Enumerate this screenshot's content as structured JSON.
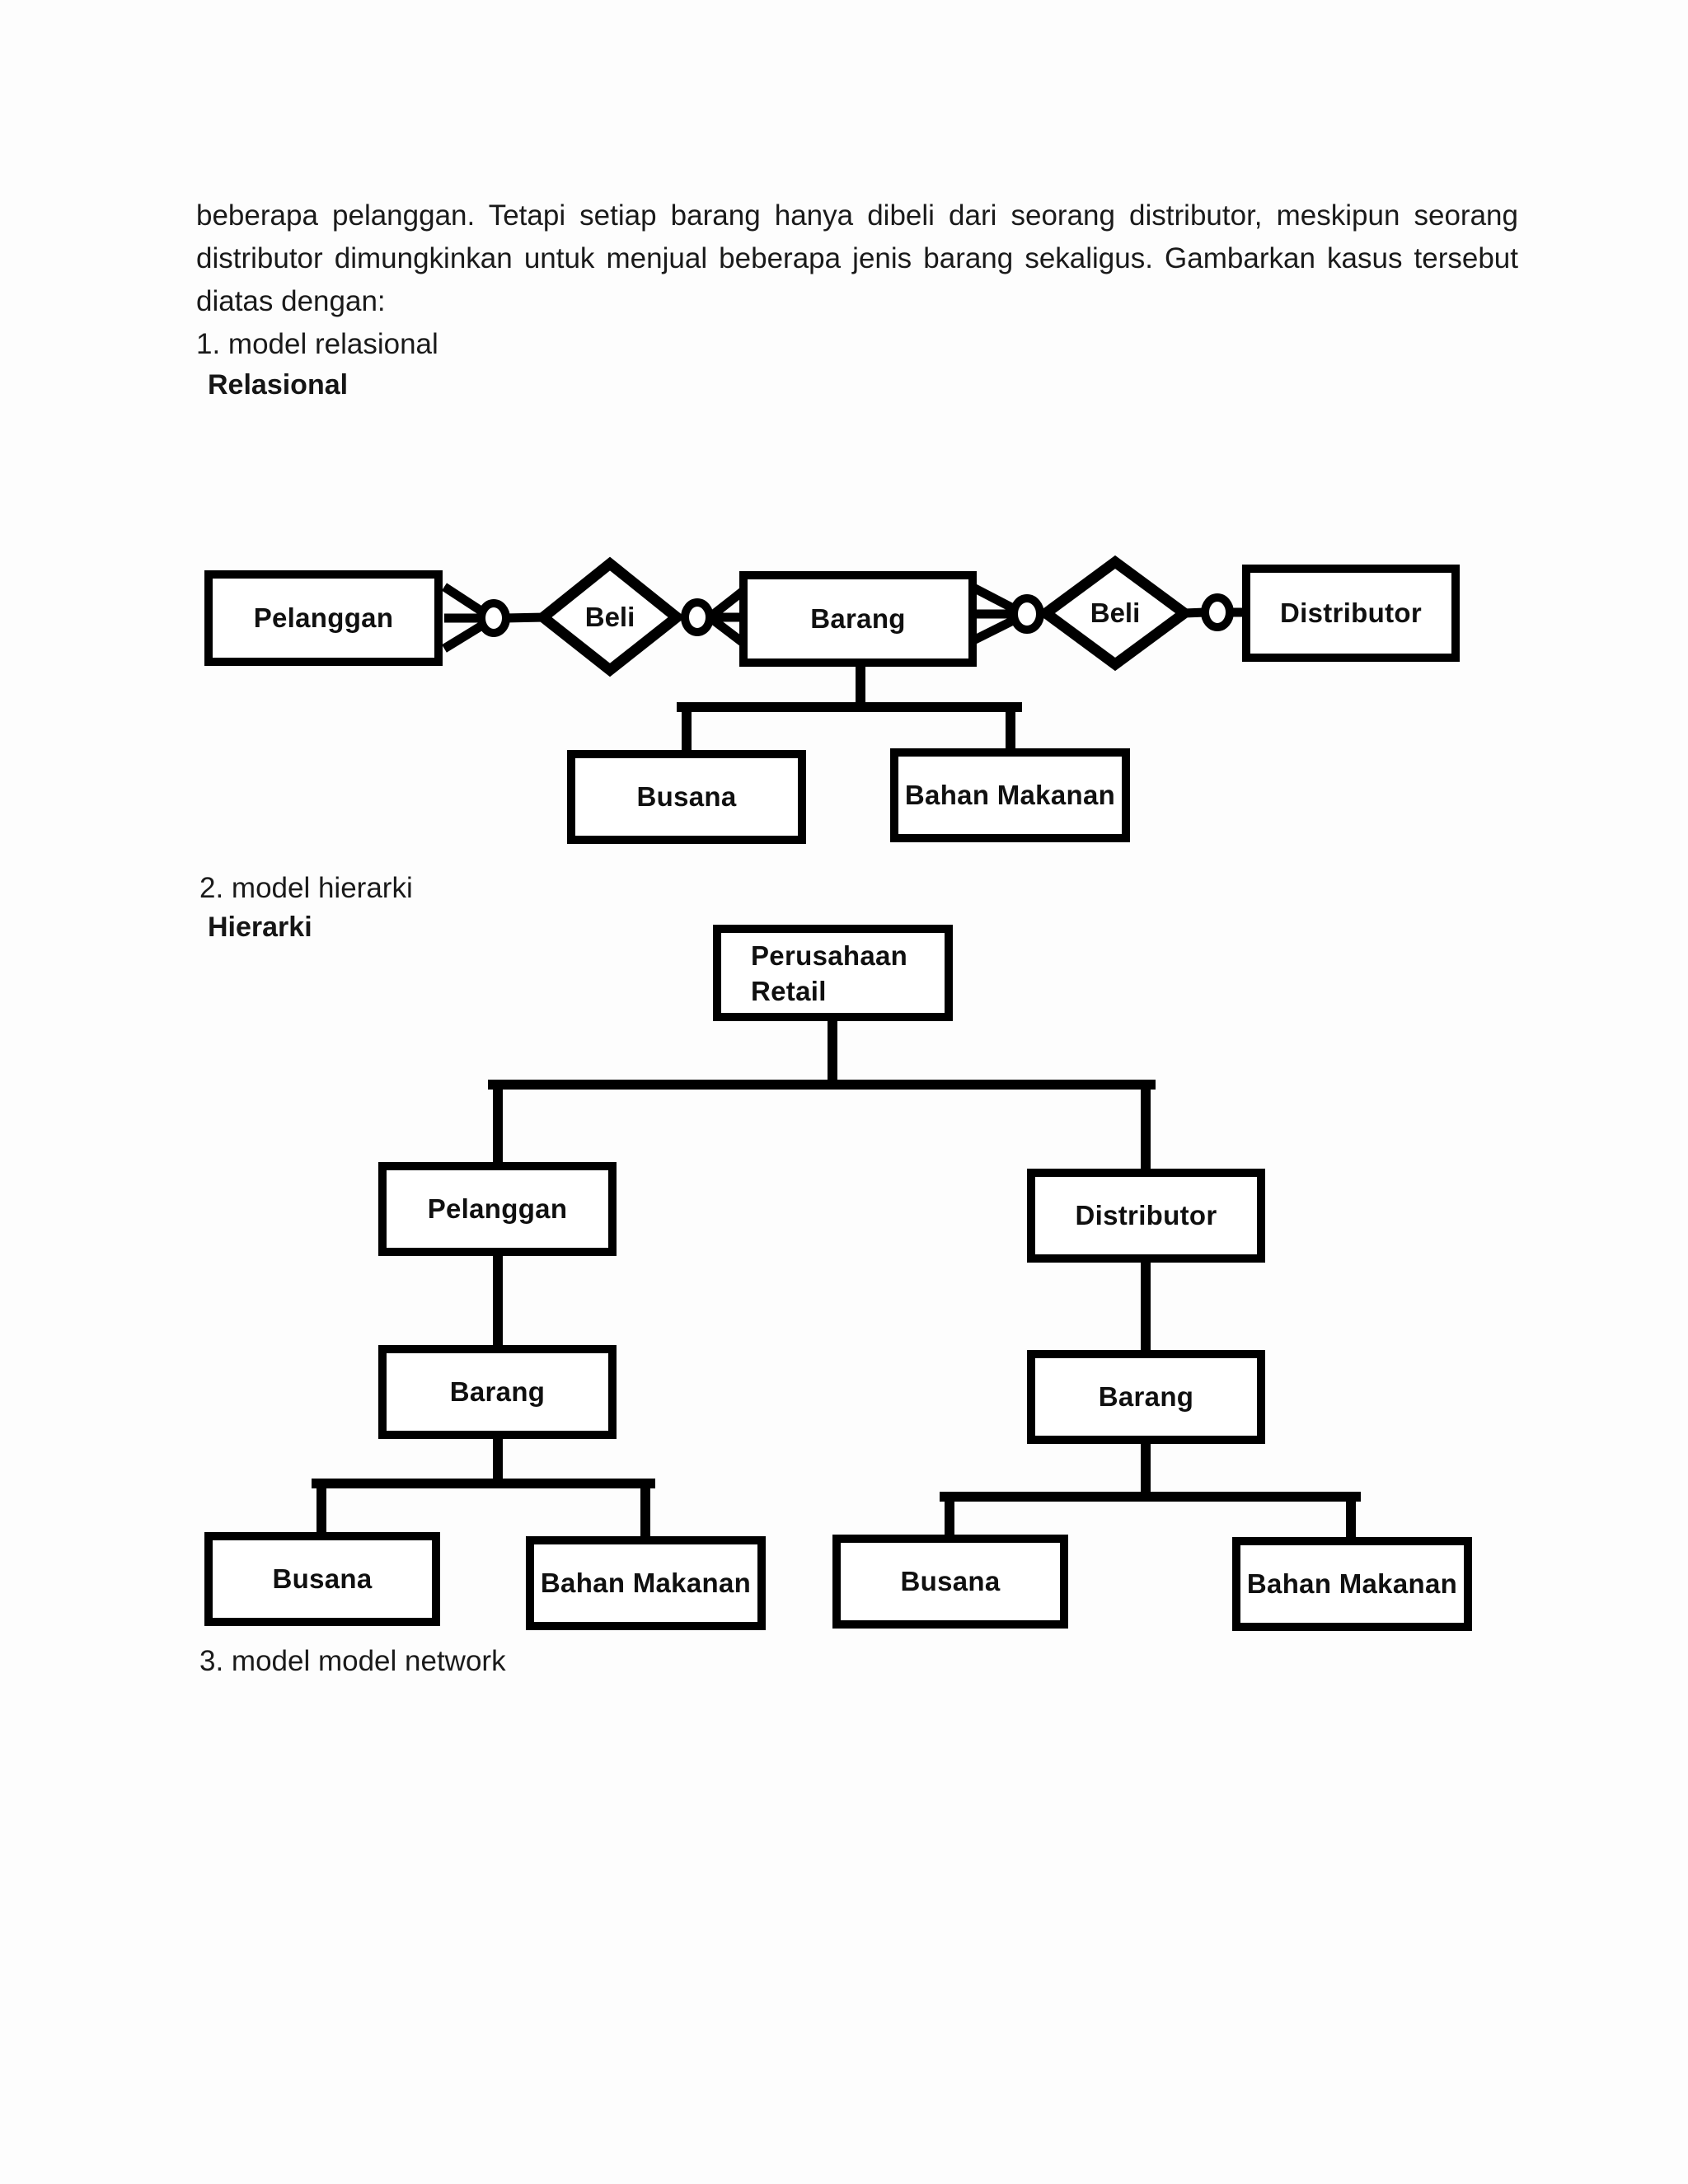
{
  "document": {
    "paragraph": {
      "line1": "beberapa pelanggan. Tetapi setiap barang hanya dibeli dari seorang distributor, meskipun seorang",
      "line2": "distributor dimungkinkan untuk menjual beberapa jenis barang sekaligus. Gambarkan kasus tersebut",
      "line3": "diatas dengan:",
      "item1": "1. model relasional"
    },
    "section_relational": {
      "heading": "Relasional"
    },
    "section_hierarchy": {
      "item": "2. model hierarki",
      "heading": "Hierarki"
    },
    "section_network": {
      "item": "3. model model network"
    }
  },
  "er_diagram": {
    "entity_pelanggan": "Pelanggan",
    "relation_beli_1": "Beli",
    "entity_barang": "Barang",
    "relation_beli_2": "Beli",
    "entity_distributor": "Distributor",
    "subtype_busana": "Busana",
    "subtype_bahan_makanan": "Bahan Makanan"
  },
  "hierarchy_diagram": {
    "root_line1": "Perusahaan",
    "root_line2": "Retail",
    "node_pelanggan": "Pelanggan",
    "node_distributor": "Distributor",
    "node_barang_left": "Barang",
    "node_barang_right": "Barang",
    "node_busana_left": "Busana",
    "node_bahan_makanan_left": "Bahan Makanan",
    "node_busana_right": "Busana",
    "node_bahan_makanan_right": "Bahan Makanan"
  },
  "colors": {
    "ink": "#000000",
    "text": "#1a1a1a",
    "paper": "#fdfdfd"
  }
}
